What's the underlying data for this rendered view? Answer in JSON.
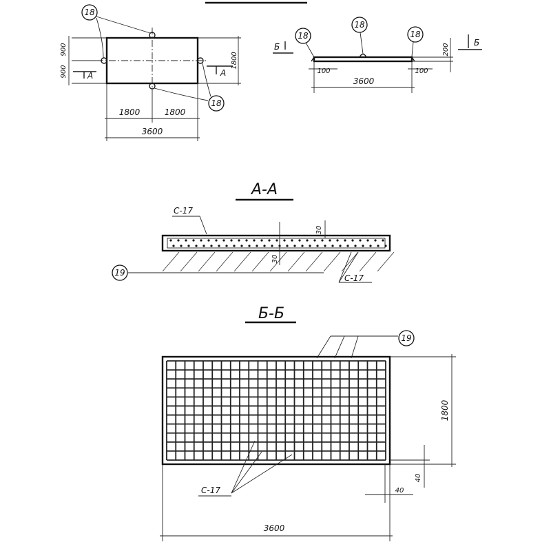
{
  "callouts": {
    "c18": "18",
    "c19": "19"
  },
  "plan": {
    "dim_900_top": "900",
    "dim_900_bottom": "900",
    "dim_1800_right": "1800",
    "dim_1800_left": "1800",
    "dim_1800_right_half": "1800",
    "dim_3600": "3600",
    "section_a_left": "A",
    "section_a_right": "A"
  },
  "elevation": {
    "section_b_left": "Б",
    "section_b_right": "Б",
    "dim_200": "200",
    "dim_100_left": "100",
    "dim_100_right": "100",
    "dim_3600": "3600"
  },
  "section_aa": {
    "title": "А-А",
    "label_c17_top": "С-17",
    "label_c17_bottom": "С-17",
    "dim_30_top": "30",
    "dim_30_mid": "30"
  },
  "section_bb": {
    "title": "Б-Б",
    "dim_1800": "1800",
    "dim_40_v": "40",
    "dim_40_h": "40",
    "label_c17": "С-17",
    "dim_3600": "3600"
  }
}
